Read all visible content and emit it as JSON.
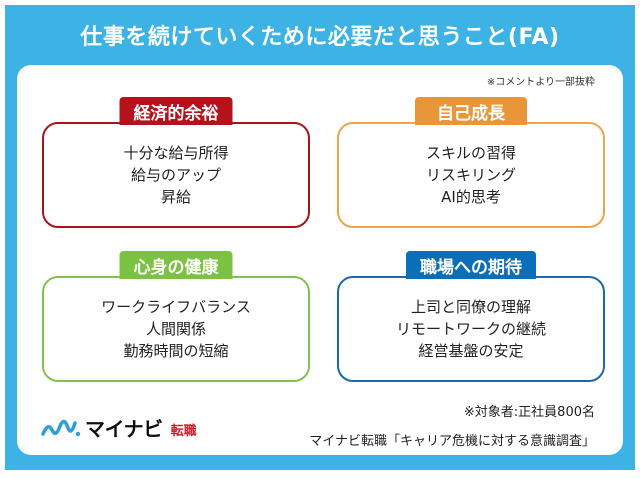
{
  "header": {
    "title": "仕事を続けていくために必要だと思うこと(FA)"
  },
  "note": "※コメントより一部抜粋",
  "cards": [
    {
      "label": "経済的余裕",
      "color": "#b5121b",
      "items": [
        "十分な給与所得",
        "給与のアップ",
        "昇給"
      ]
    },
    {
      "label": "自己成長",
      "color": "#e8963a",
      "items": [
        "スキルの習得",
        "リスキリング",
        "AI的思考"
      ]
    },
    {
      "label": "心身の健康",
      "color": "#7cc242",
      "items": [
        "ワークライフバランス",
        "人間関係",
        "勤務時間の短縮"
      ]
    },
    {
      "label": "職場への期待",
      "color": "#0a6eb8",
      "items": [
        "上司と同僚の理解",
        "リモートワークの継続",
        "経営基盤の安定"
      ]
    }
  ],
  "footer": {
    "target": "※対象者:正社員800名",
    "source": "マイナビ転職「キャリア危機に対する意識調査」",
    "logo": {
      "brand": "マイナビ",
      "sub": "転職"
    }
  },
  "colors": {
    "frame": "#3db2e4",
    "panel": "#ffffff"
  }
}
